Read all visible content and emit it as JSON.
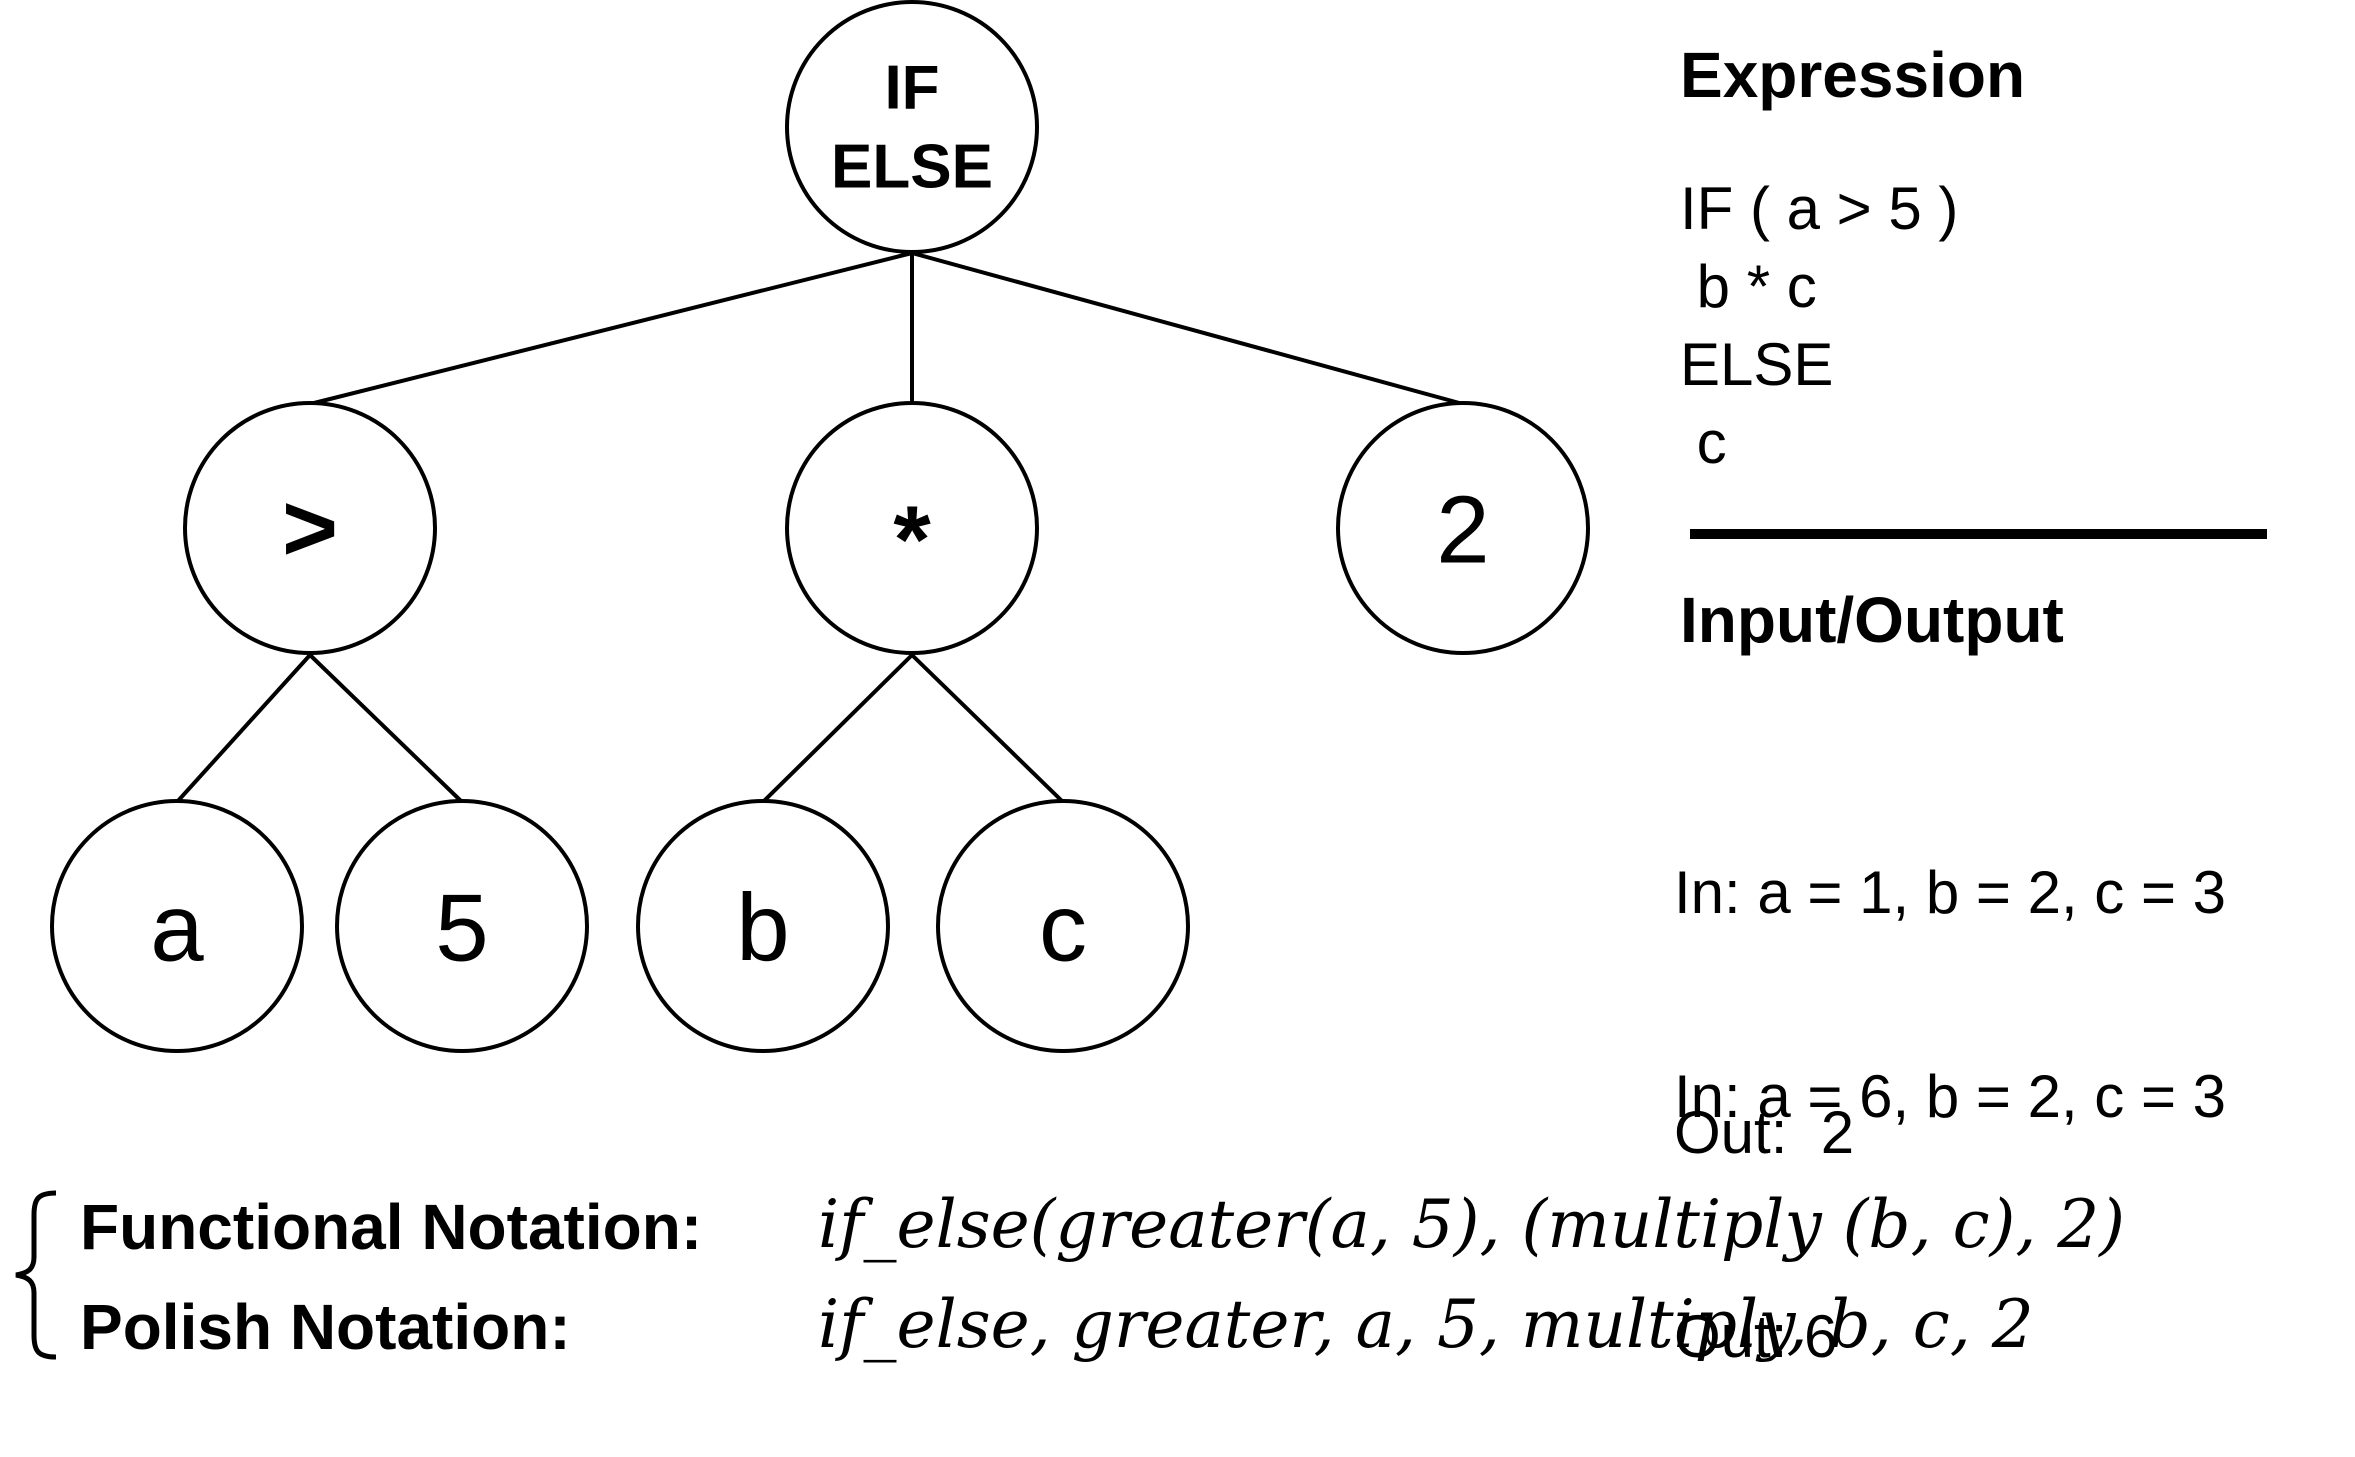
{
  "tree": {
    "root": {
      "lines": [
        "IF",
        "ELSE"
      ]
    },
    "children": [
      {
        "label": ">",
        "children": [
          {
            "label": "a"
          },
          {
            "label": "5"
          }
        ]
      },
      {
        "label": "*",
        "children": [
          {
            "label": "b"
          },
          {
            "label": "c"
          }
        ]
      },
      {
        "label": "2"
      }
    ]
  },
  "expression": {
    "heading": "Expression",
    "lines": [
      "IF ( a > 5 )",
      " b * c",
      "ELSE",
      " c"
    ]
  },
  "io": {
    "heading": "Input/Output",
    "cases": [
      {
        "input": "In: a = 1, b = 2, c = 3",
        "output": "Out:  2"
      },
      {
        "input": "In: a = 6, b = 2, c = 3",
        "output": "Out: 6"
      }
    ]
  },
  "notation": {
    "functional": {
      "label": "Functional Notation:",
      "value": "if_else(greater(a, 5), (multiply (b, c), 2)"
    },
    "polish": {
      "label": "Polish Notation:",
      "value": "if_else, greater, a, 5, multiply, b, c, 2"
    }
  }
}
